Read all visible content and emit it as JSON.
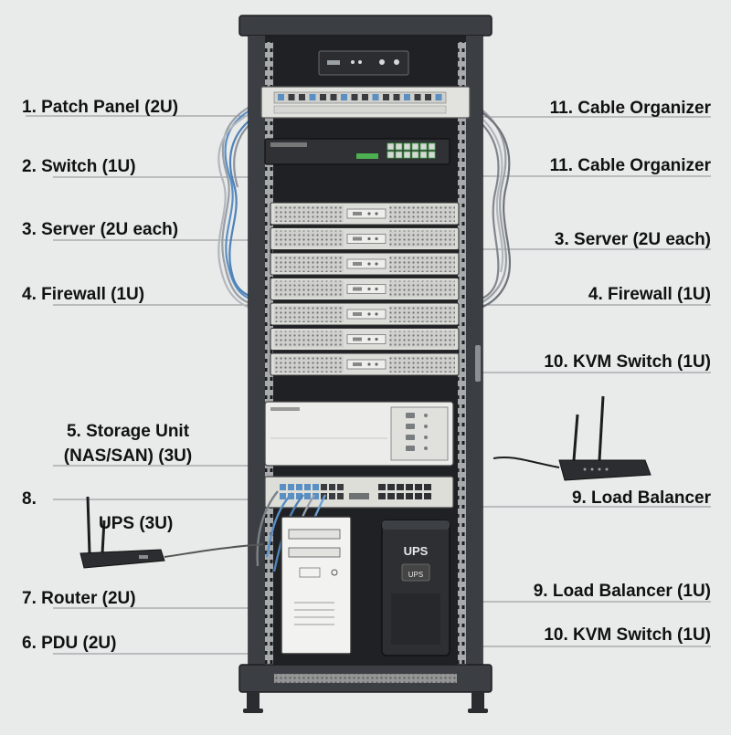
{
  "labels": {
    "left": [
      {
        "id": "patch-panel",
        "lines": [
          "1. Patch Panel (2U)"
        ]
      },
      {
        "id": "switch",
        "lines": [
          "2. Switch (1U)"
        ]
      },
      {
        "id": "server",
        "lines": [
          "3. Server (2U each)"
        ]
      },
      {
        "id": "firewall",
        "lines": [
          "4. Firewall (1U)"
        ]
      },
      {
        "id": "storage-unit",
        "lines": [
          "5. Storage Unit",
          "(NAS/SAN) (3U)"
        ]
      },
      {
        "id": "ups",
        "lines": [
          "8.",
          "UPS (3U)"
        ]
      },
      {
        "id": "router",
        "lines": [
          "7. Router (2U)"
        ]
      },
      {
        "id": "pdu",
        "lines": [
          "6. PDU (2U)"
        ]
      }
    ],
    "right": [
      {
        "id": "cable-organizer-top",
        "lines": [
          "11. Cable Organizer"
        ]
      },
      {
        "id": "cable-organizer",
        "lines": [
          "11. Cable Organizer"
        ]
      },
      {
        "id": "server",
        "lines": [
          "3. Server (2U each)"
        ]
      },
      {
        "id": "firewall",
        "lines": [
          "4. Firewall (1U)"
        ]
      },
      {
        "id": "kvm-switch-upper",
        "lines": [
          "10. KVM Switch (1U)"
        ]
      },
      {
        "id": "load-balancer-upper",
        "lines": [
          "9. Load Balancer"
        ]
      },
      {
        "id": "load-balancer",
        "lines": [
          "9. Load Balancer (1U)"
        ]
      },
      {
        "id": "kvm-switch",
        "lines": [
          "10. KVM Switch (1U)"
        ]
      }
    ]
  },
  "device_text": {
    "ups_front": "UPS",
    "ups_panel": "UPS"
  },
  "colors": {
    "background": "#e9eaea",
    "rack_frame": "#3b3e42",
    "rack_interior": "#1f2124",
    "device_face": "#dcdcd8",
    "cable_blue": "#5a8fc4",
    "cable_gray": "#9aa0a6",
    "port_green": "#4caf50",
    "label_text": "#111111"
  }
}
